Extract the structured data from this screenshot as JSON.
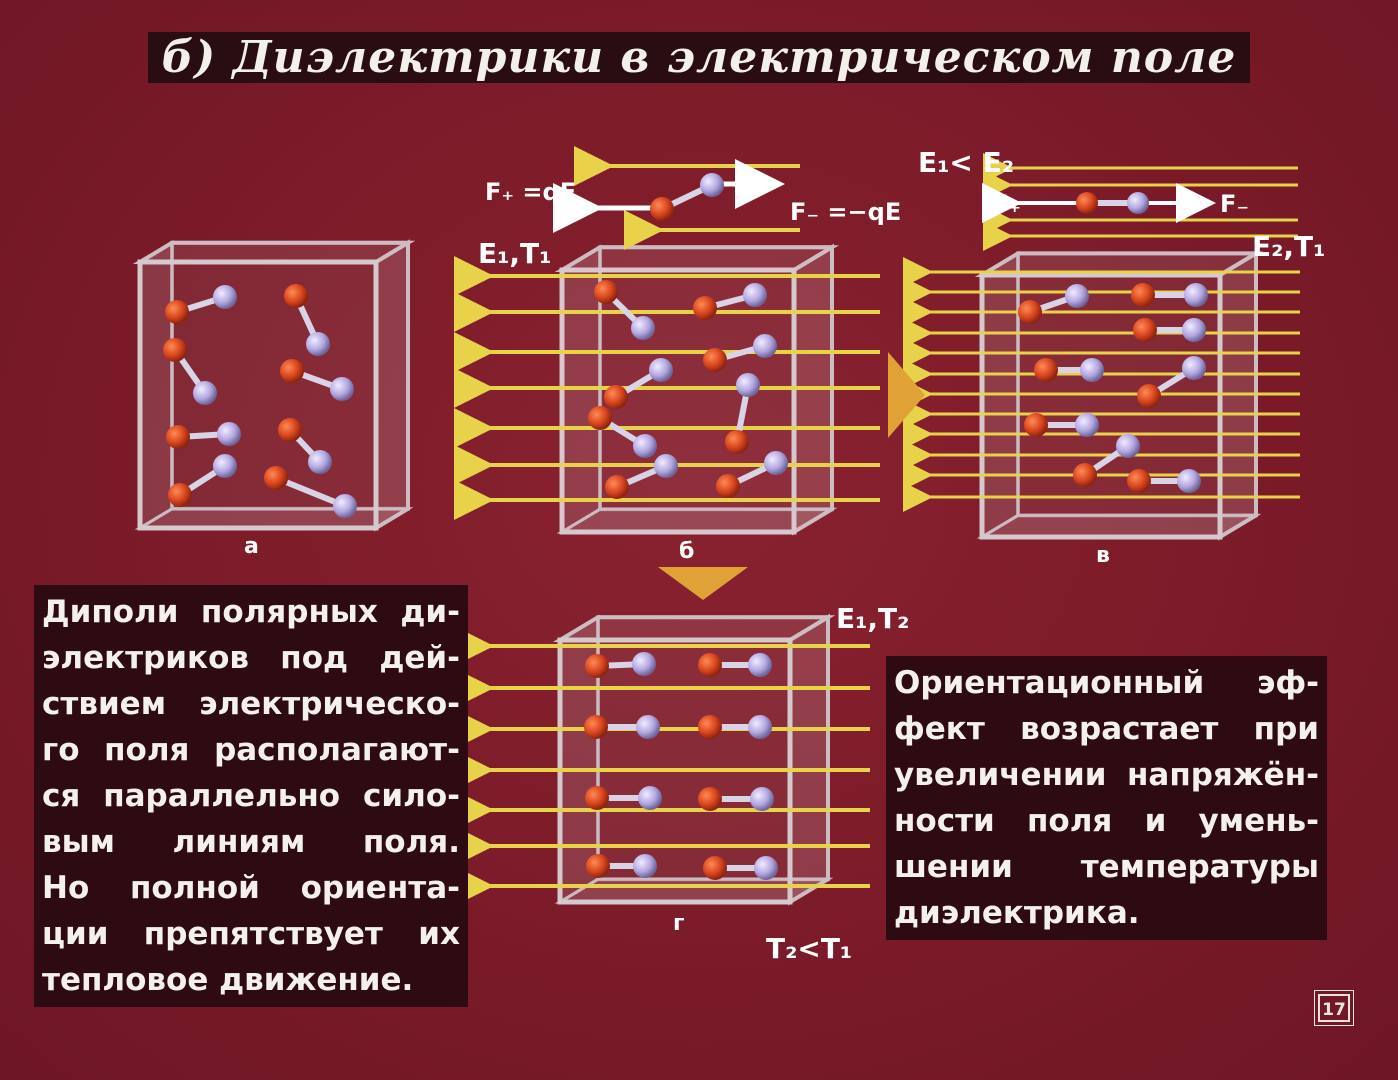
{
  "title": "б) Диэлектрики в электрическом поле",
  "panels": {
    "a": "а",
    "b": "б",
    "v": "в",
    "g": "г"
  },
  "labels": {
    "f_plus": "F₊ =qE",
    "f_minus": "F₋ =−qE",
    "e1_t1": "E₁,T₁",
    "e1_lt_e2": "E₁< E₂",
    "f_plus_short": "F₊",
    "f_minus_short": "F₋",
    "e2_t1": "E₂,T₁",
    "e1_t2": "E₁,T₂",
    "t2_lt_t1": "T₂<T₁"
  },
  "left_text": [
    "Диполи полярных ди-",
    "электриков под дей-",
    "ствием электрическо-",
    "го поля располагают-",
    "ся параллельно сило-",
    "вым линиям поля.",
    "Но полной ориента-",
    "ции препятствует их",
    "тепловое движение."
  ],
  "right_text": [
    "Ориентационный эф-",
    "фект возрастает при",
    "увеличении напряжён-",
    "ности поля и умень-",
    "шении температуры",
    "диэлектрика."
  ],
  "slide_number": "17",
  "colors": {
    "background": "#7e1c2a",
    "field_line": "#e8d24a",
    "positive_atom": "#d8461e",
    "negative_atom": "#b3a8e0",
    "flow_arrow": "#e0a237"
  }
}
